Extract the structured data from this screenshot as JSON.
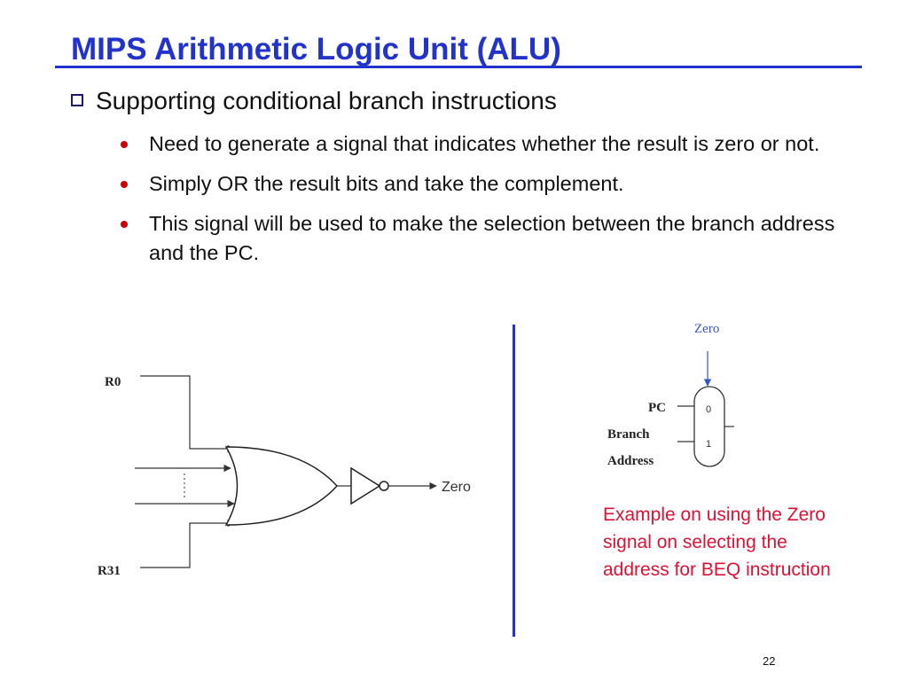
{
  "slide": {
    "title": "MIPS Arithmetic Logic Unit (ALU)",
    "main_bullet": "Supporting conditional branch instructions",
    "sub_bullets": [
      "Need to generate a signal that indicates whether the result is zero or not.",
      "Simply OR the result bits and take the complement.",
      "This signal will be used to make the selection between the branch address and the PC."
    ],
    "page_number": "22"
  },
  "or_diagram": {
    "input_top_label": "R0",
    "input_bottom_label": "R31",
    "output_label": "Zero"
  },
  "mux_diagram": {
    "select_label": "Zero",
    "input_0_label": "PC",
    "input_1_label_line1": "Branch",
    "input_1_label_line2": "Address",
    "port_0": "0",
    "port_1": "1"
  },
  "caption": "Example on using the Zero signal on selecting the address for BEQ instruction",
  "colors": {
    "title": "#2233cc",
    "caption": "#dd1133",
    "bullet_dot": "#cc0000",
    "mux_select": "#3355cc"
  }
}
